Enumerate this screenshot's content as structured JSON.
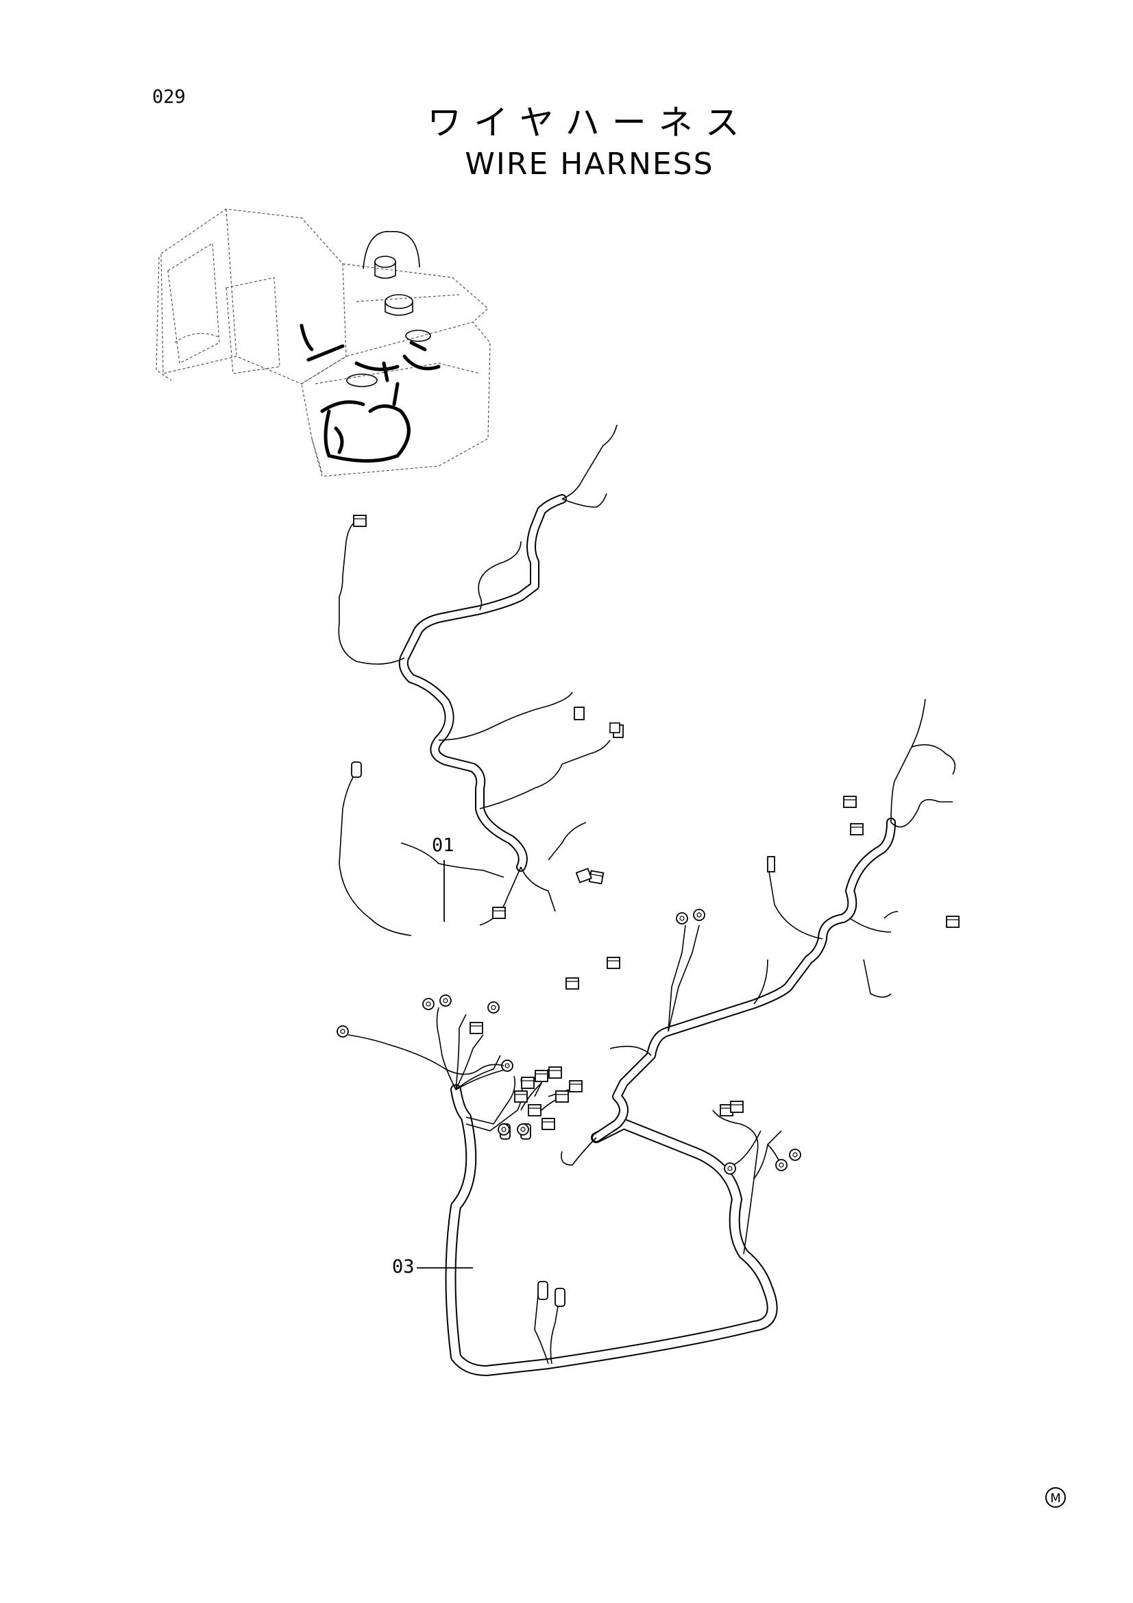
{
  "page": {
    "number": "029"
  },
  "title": {
    "japanese": "ワイヤハーネス",
    "english": "WIRE HARNESS"
  },
  "callouts": [
    {
      "ref": "01"
    },
    {
      "ref": "03"
    }
  ],
  "footer": {
    "mark": "M"
  }
}
